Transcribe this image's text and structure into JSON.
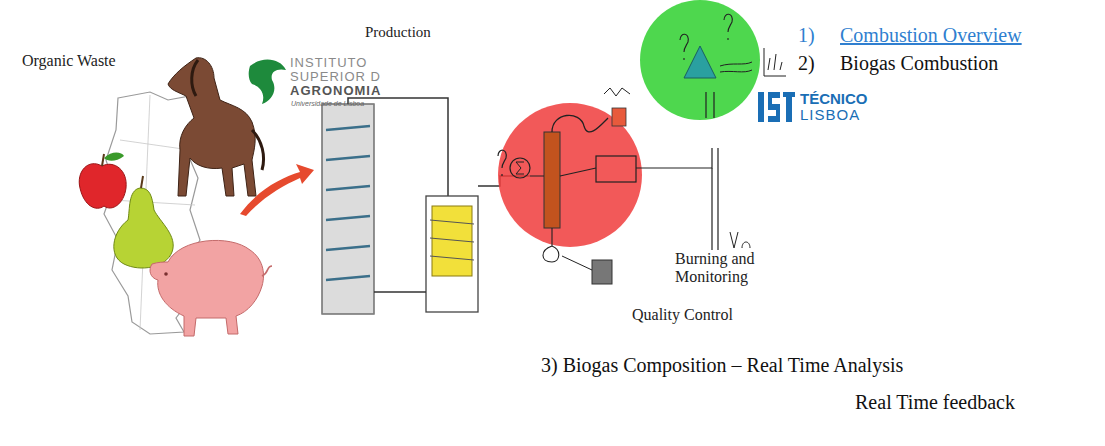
{
  "diagram": {
    "labels": [
      "Organic Waste",
      "Production",
      "INSTITUTO",
      "SUPERIOR D",
      "AGRONOMIA",
      "Universidade de Lisboa",
      "1)",
      "Combustion Overview",
      "2)",
      "Biogas Combustion",
      "TÉCNICO",
      "LISBOA",
      "Burning and Monitoring",
      "Quality Control",
      "3) Biogas Composition – Real Time Analysis",
      "Real Time feedback"
    ]
  }
}
